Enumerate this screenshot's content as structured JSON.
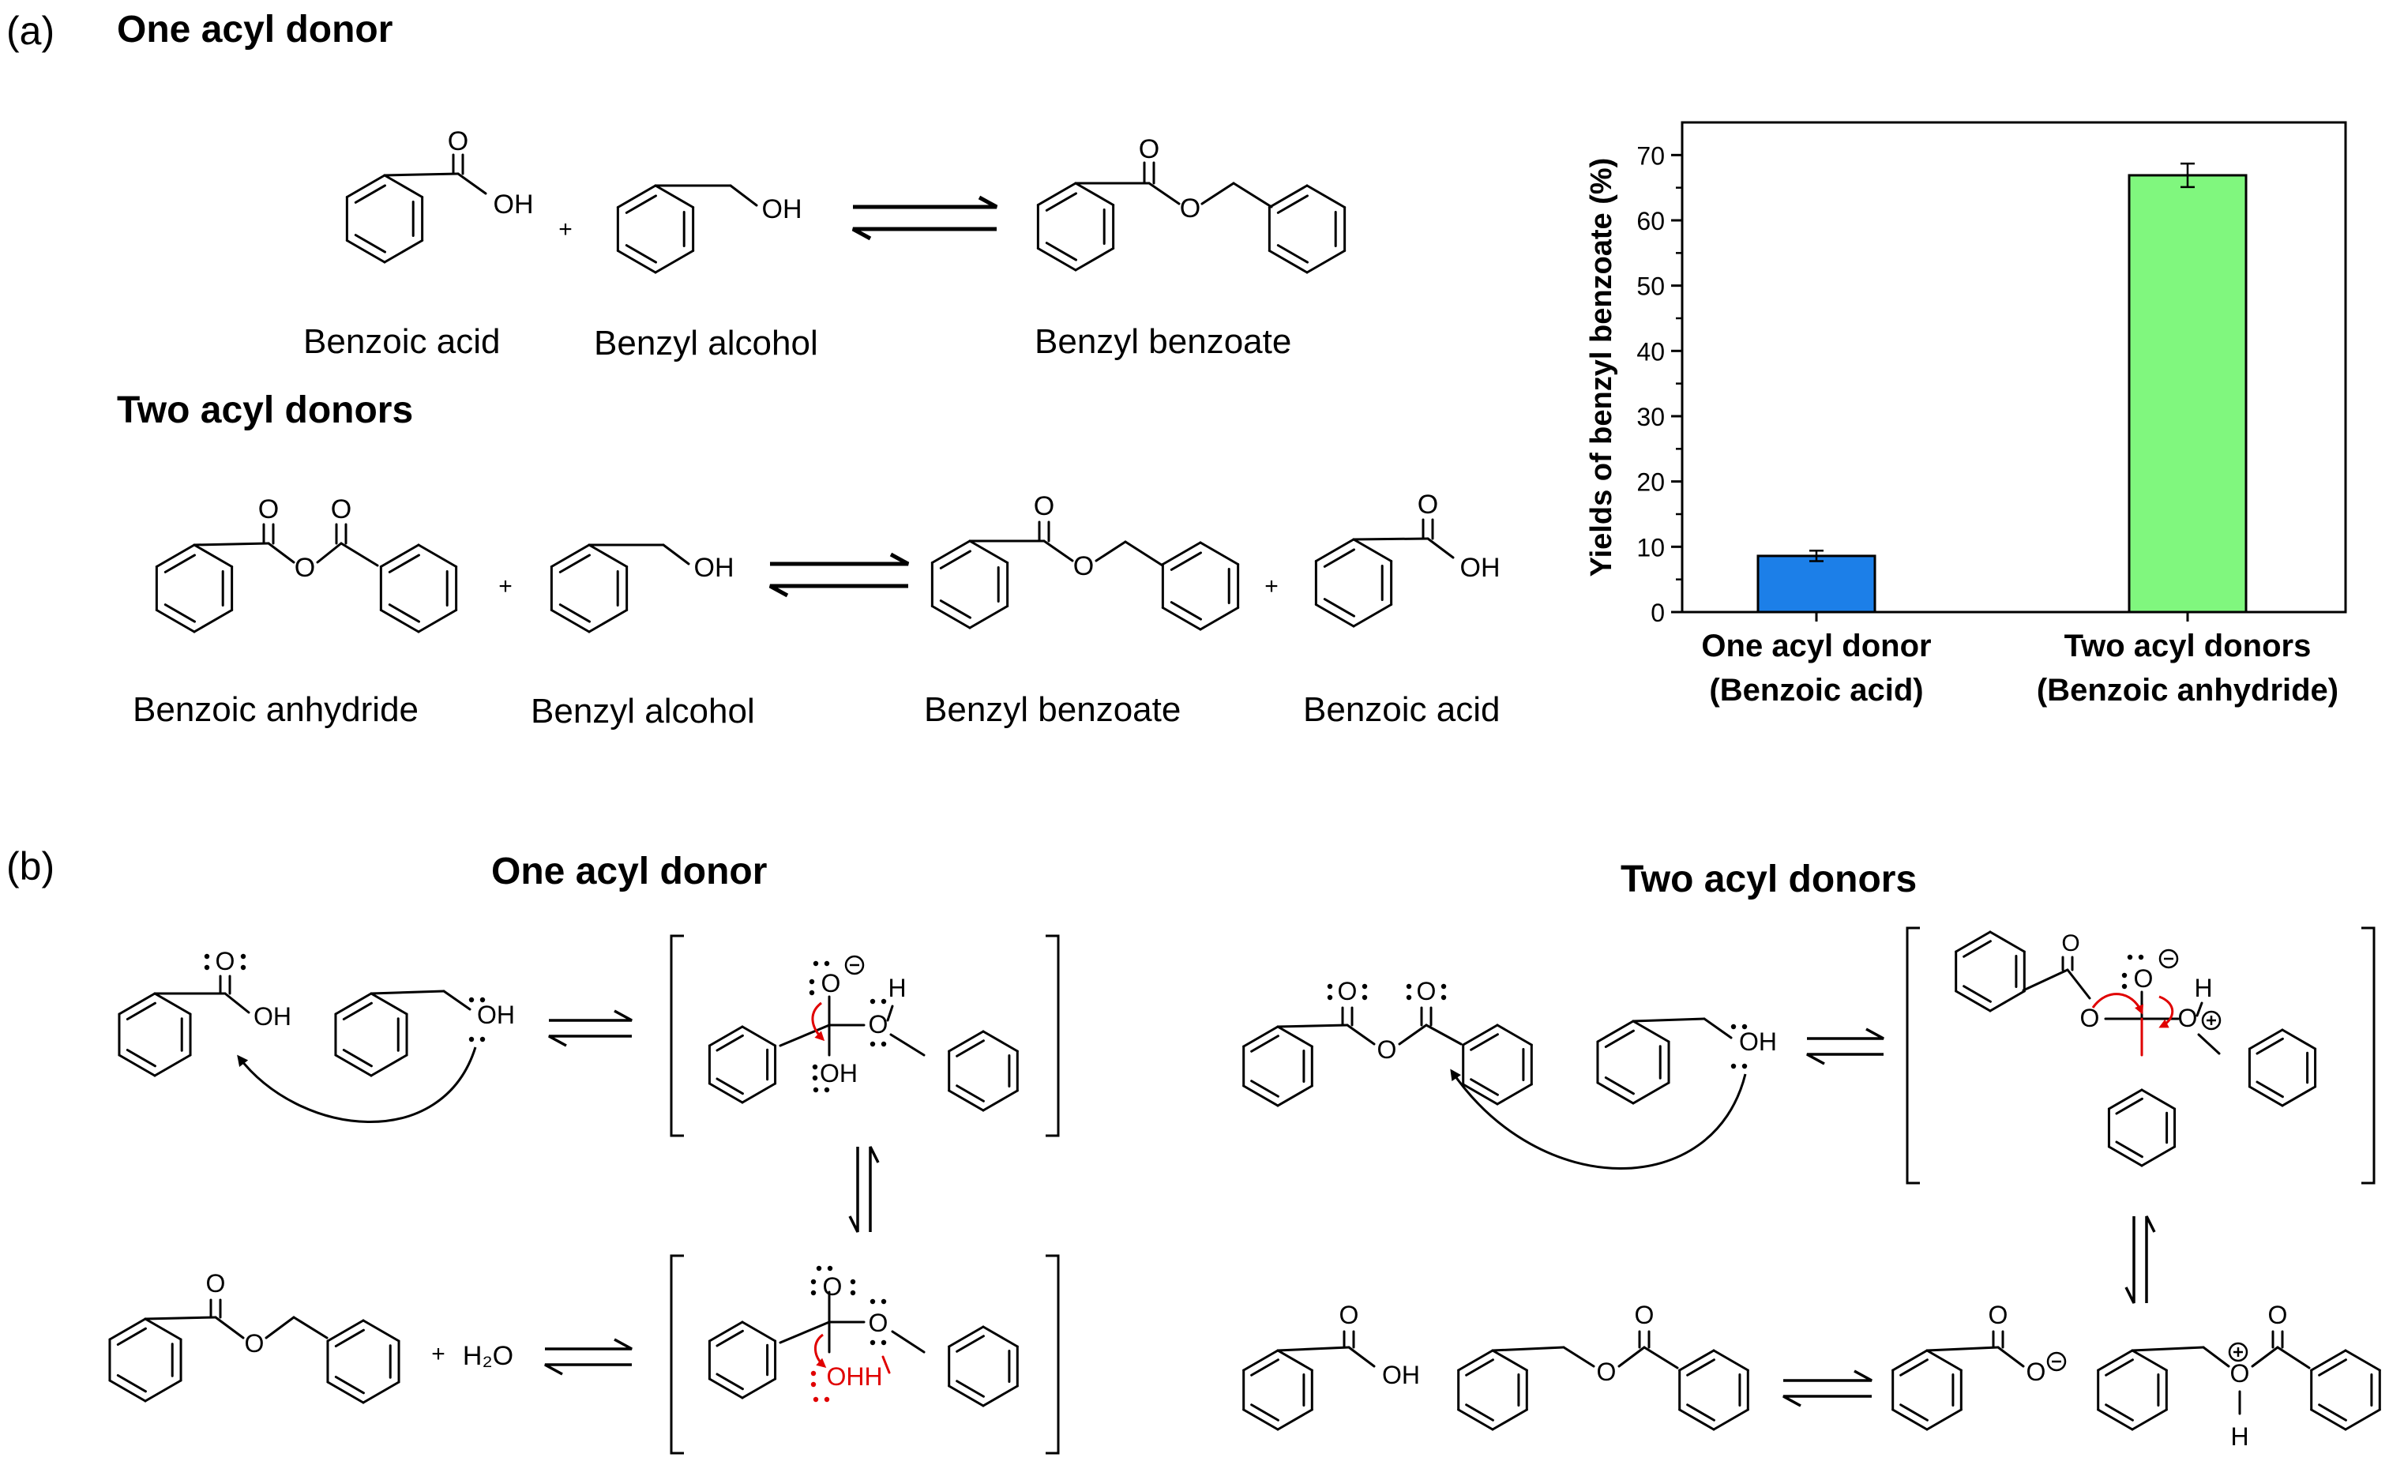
{
  "panels": {
    "a_label": "(a)",
    "b_label": "(b)"
  },
  "sections": {
    "one_acyl_donor": "One acyl donor",
    "two_acyl_donors": "Two acyl donors"
  },
  "scheme_a_one": {
    "reactant1": "Benzoic acid",
    "reactant2": "Benzyl alcohol",
    "product": "Benzyl benzoate",
    "plus": "+"
  },
  "scheme_a_two": {
    "reactant1": "Benzoic anhydride",
    "reactant2": "Benzyl alcohol",
    "product1": "Benzyl benzoate",
    "product2": "Benzoic acid",
    "plus": "+"
  },
  "atoms": {
    "O": "O",
    "OH": "OH",
    "H": "H",
    "H2O": "H₂O",
    "OHH": "OHH"
  },
  "charges": {
    "minus": "⊖",
    "plus": "⊕"
  },
  "chart_data": {
    "type": "bar",
    "categories": [
      "One acyl donor\n(Benzoic acid)",
      "Two acyl donors\n(Benzoic anhydride)"
    ],
    "category_lines": [
      [
        "One acyl donor",
        "(Benzoic acid)"
      ],
      [
        "Two acyl donors",
        "(Benzoic anhydride)"
      ]
    ],
    "values": [
      8.6,
      66.9
    ],
    "errors": [
      0.8,
      1.8
    ],
    "colors": [
      "#1c7fe8",
      "#80f77e"
    ],
    "ylabel": "Yields of benzyl benzoate (%)",
    "ylim": [
      0,
      75
    ],
    "yticks": [
      0,
      10,
      20,
      30,
      40,
      50,
      60,
      70
    ],
    "grid": false
  }
}
